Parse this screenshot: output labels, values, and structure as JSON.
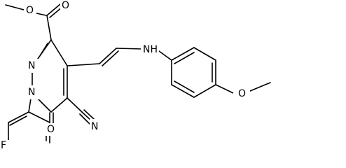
{
  "molecule": {
    "atoms": {
      "ester_o_methyl": "O",
      "ester_o_carbonyl": "O",
      "ring_n2": "N",
      "ring_n1": "N",
      "amine_nh": "NH",
      "nitrile_n": "N",
      "ring_carbonyl_o": "O",
      "fluorine": "F",
      "methoxy_o": "O"
    }
  }
}
